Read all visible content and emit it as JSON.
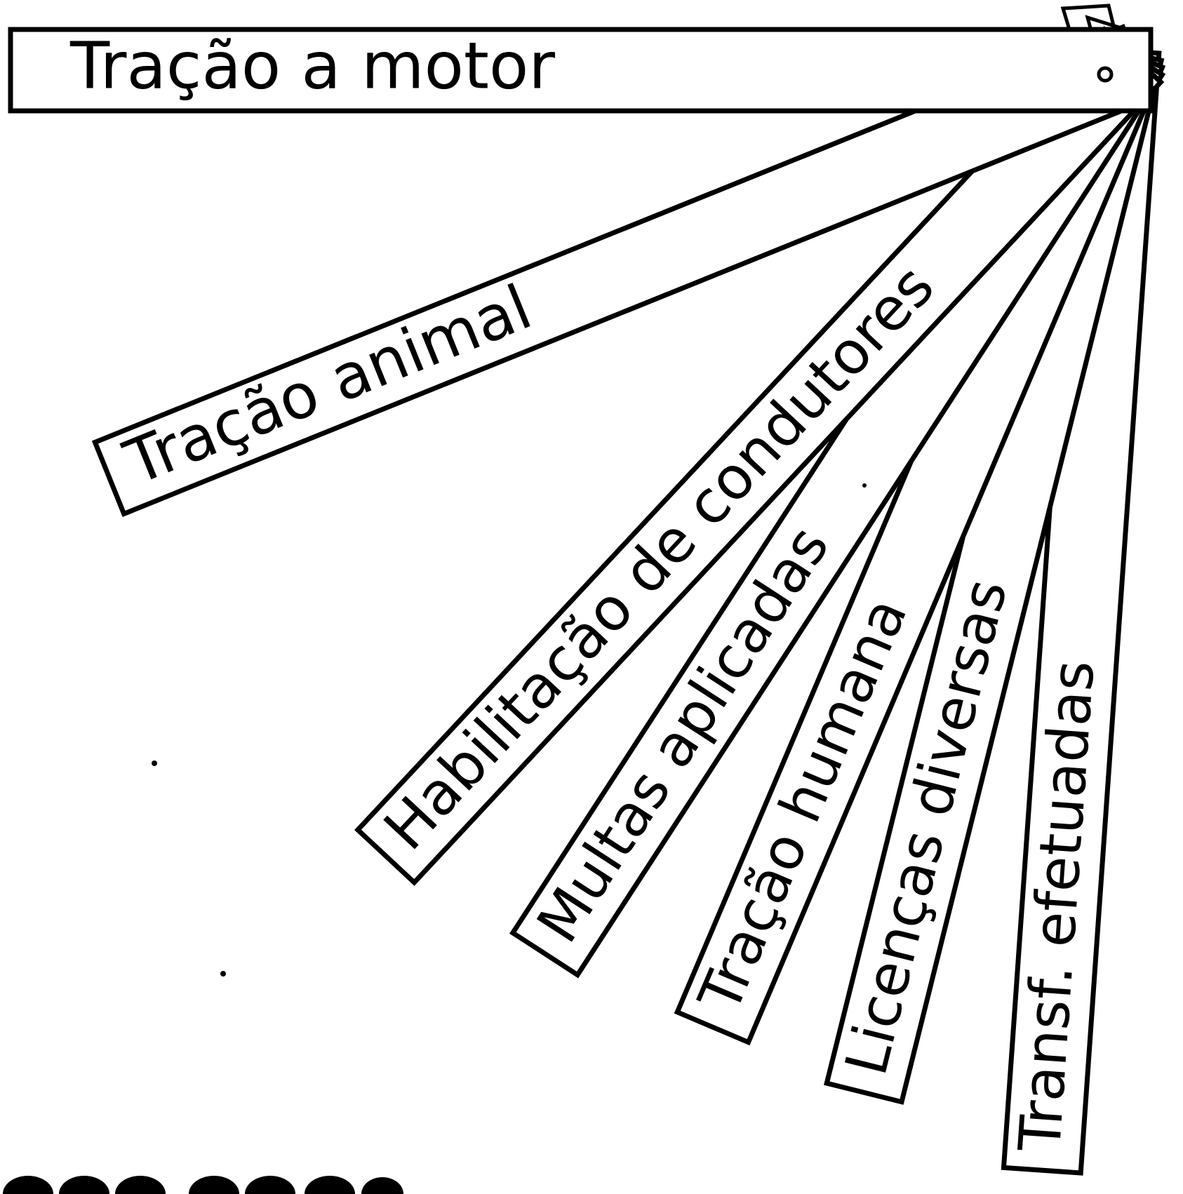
{
  "diagram": {
    "colors": {
      "ink": "#000000",
      "paper": "#ffffff"
    },
    "strips": [
      {
        "id": "tracao-motor",
        "label": "Tração a motor"
      },
      {
        "id": "tracao-animal",
        "label": "Tração animal"
      },
      {
        "id": "habilitacao",
        "label": "Habilitação de condutores"
      },
      {
        "id": "multas",
        "label": "Multas aplicadas"
      },
      {
        "id": "tracao-humana",
        "label": "Tração humana"
      },
      {
        "id": "licencas",
        "label": "Licenças diversas"
      },
      {
        "id": "transf",
        "label": "Transf. efetuadas"
      }
    ]
  }
}
